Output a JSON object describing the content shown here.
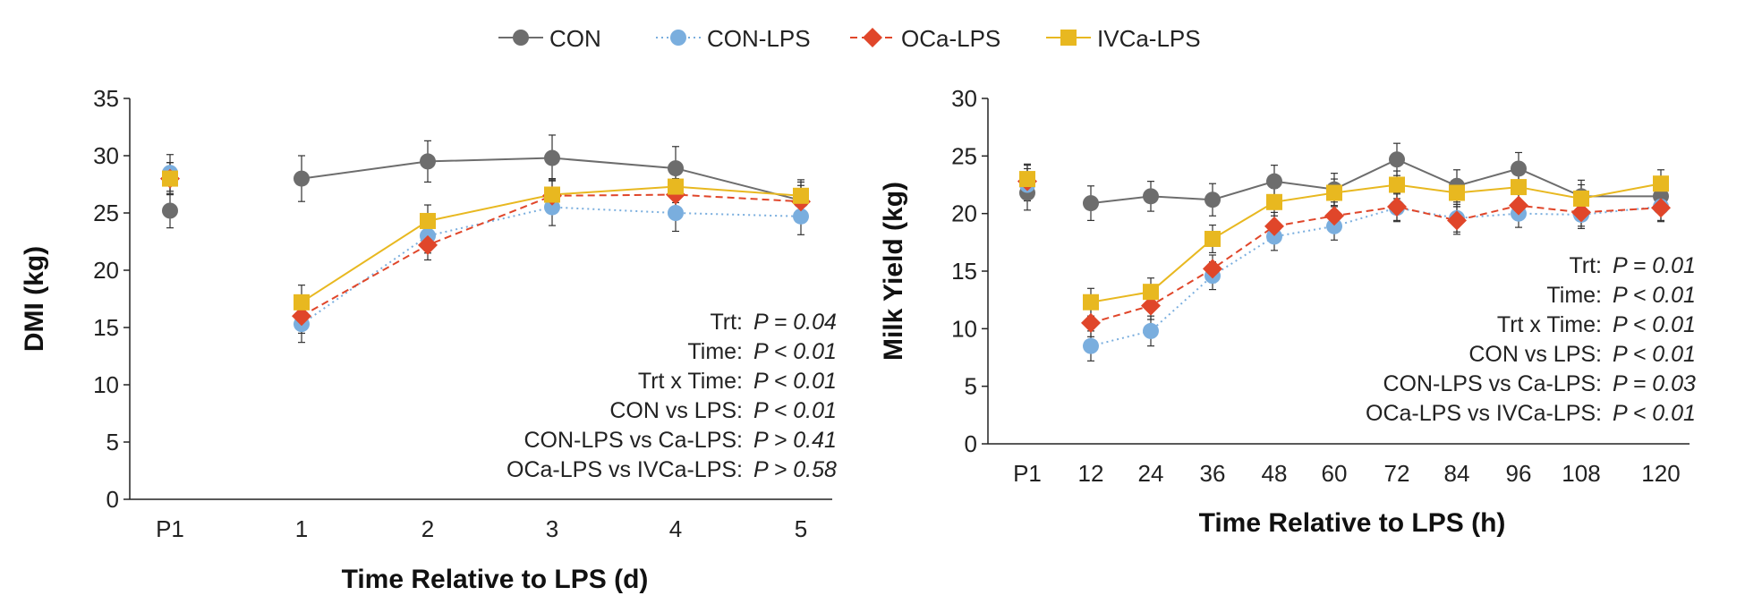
{
  "legend": [
    {
      "name": "CON",
      "color": "#6d6d6d",
      "marker": "circle",
      "dash": ""
    },
    {
      "name": "CON-LPS",
      "color": "#7aaede",
      "marker": "circle",
      "dash": "2,4"
    },
    {
      "name": "OCa-LPS",
      "color": "#e0462a",
      "marker": "diamond",
      "dash": "8,5"
    },
    {
      "name": "IVCa-LPS",
      "color": "#e8b820",
      "marker": "square",
      "dash": ""
    }
  ],
  "chart_data": [
    {
      "type": "line",
      "xlabel": "Time Relative to LPS (d)",
      "ylabel": "DMI (kg)",
      "categories": [
        "P1",
        "1",
        "2",
        "3",
        "4",
        "5"
      ],
      "ylim": [
        0,
        35
      ],
      "yticks": [
        "0",
        "5",
        "10",
        "15",
        "20",
        "25",
        "30",
        "35"
      ],
      "series": [
        {
          "name": "CON",
          "values": [
            25.2,
            28.0,
            29.5,
            29.8,
            28.9,
            26.1
          ],
          "err": [
            1.5,
            2.0,
            1.8,
            2.0,
            1.9,
            1.6
          ]
        },
        {
          "name": "CON-LPS",
          "values": [
            28.5,
            15.3,
            23.0,
            25.5,
            25.0,
            24.7
          ],
          "err": [
            1.6,
            1.6,
            1.5,
            1.6,
            1.6,
            1.6
          ]
        },
        {
          "name": "OCa-LPS",
          "values": [
            28.0,
            16.0,
            22.2,
            26.5,
            26.6,
            26.0
          ],
          "err": [
            1.4,
            1.5,
            1.3,
            1.4,
            1.4,
            1.4
          ]
        },
        {
          "name": "IVCa-LPS",
          "values": [
            28.0,
            17.2,
            24.3,
            26.6,
            27.3,
            26.5
          ],
          "err": [
            1.4,
            1.5,
            1.4,
            1.4,
            1.4,
            1.4
          ]
        }
      ],
      "annotations": [
        {
          "label": "Trt:",
          "value": "P = 0.04"
        },
        {
          "label": "Time:",
          "value": "P < 0.01"
        },
        {
          "label": "Trt x Time:",
          "value": "P < 0.01"
        },
        {
          "label": "CON vs LPS:",
          "value": "P < 0.01"
        },
        {
          "label": "CON-LPS vs Ca-LPS:",
          "value": "P > 0.41"
        },
        {
          "label": "OCa-LPS vs IVCa-LPS:",
          "value": "P > 0.58"
        }
      ]
    },
    {
      "type": "line",
      "xlabel": "Time Relative to LPS (h)",
      "ylabel": "Milk Yield (kg)",
      "categories": [
        "P1",
        "12",
        "24",
        "36",
        "48",
        "60",
        "72",
        "84",
        "96",
        "108",
        "120"
      ],
      "ylim": [
        0,
        30
      ],
      "yticks": [
        "0",
        "5",
        "10",
        "15",
        "20",
        "25",
        "30"
      ],
      "series": [
        {
          "name": "CON",
          "values": [
            21.8,
            20.9,
            21.5,
            21.2,
            22.8,
            22.1,
            24.7,
            22.4,
            23.9,
            21.5,
            21.5
          ],
          "err": [
            1.5,
            1.5,
            1.3,
            1.4,
            1.4,
            1.4,
            1.4,
            1.4,
            1.4,
            1.4,
            1.4
          ]
        },
        {
          "name": "CON-LPS",
          "values": [
            22.5,
            8.5,
            9.8,
            14.6,
            18.0,
            18.9,
            20.5,
            19.6,
            20.0,
            19.9,
            20.6
          ],
          "err": [
            1.4,
            1.3,
            1.3,
            1.2,
            1.2,
            1.2,
            1.2,
            1.2,
            1.2,
            1.2,
            1.2
          ]
        },
        {
          "name": "OCa-LPS",
          "values": [
            22.8,
            10.5,
            12.0,
            15.2,
            18.9,
            19.8,
            20.6,
            19.4,
            20.7,
            20.1,
            20.5
          ],
          "err": [
            1.4,
            1.2,
            1.2,
            1.2,
            1.2,
            1.2,
            1.2,
            1.2,
            1.2,
            1.2,
            1.2
          ]
        },
        {
          "name": "IVCa-LPS",
          "values": [
            23.0,
            12.3,
            13.2,
            17.8,
            21.0,
            21.8,
            22.5,
            21.8,
            22.3,
            21.3,
            22.6
          ],
          "err": [
            1.3,
            1.2,
            1.2,
            1.2,
            1.2,
            1.2,
            1.2,
            1.2,
            1.2,
            1.2,
            1.2
          ]
        }
      ],
      "annotations": [
        {
          "label": "Trt:",
          "value": "P = 0.01"
        },
        {
          "label": "Time:",
          "value": "P < 0.01"
        },
        {
          "label": "Trt x Time:",
          "value": "P < 0.01"
        },
        {
          "label": "CON vs LPS:",
          "value": "P < 0.01"
        },
        {
          "label": "CON-LPS vs Ca-LPS:",
          "value": "P = 0.03"
        },
        {
          "label": "OCa-LPS vs IVCa-LPS:",
          "value": "P < 0.01"
        }
      ]
    }
  ]
}
